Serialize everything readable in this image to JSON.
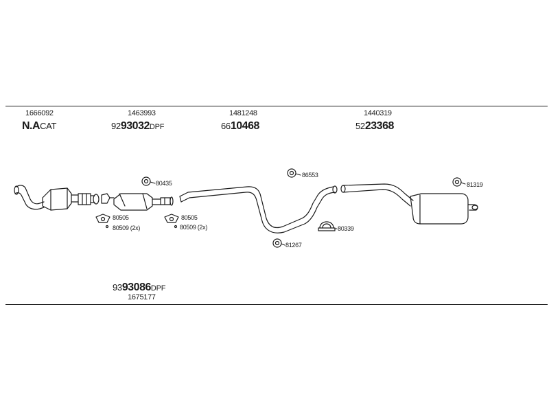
{
  "header_parts": [
    {
      "number": "1666092",
      "code_prefix": "N.A",
      "code_main": "",
      "code_suffix": "CAT"
    },
    {
      "number": "1463993",
      "code_prefix": "92",
      "code_main": "93032",
      "code_suffix": "DPF"
    },
    {
      "number": "1481248",
      "code_prefix": "66",
      "code_main": "10468",
      "code_suffix": ""
    },
    {
      "number": "1440319",
      "code_prefix": "52",
      "code_main": "23368",
      "code_suffix": ""
    }
  ],
  "footer_part": {
    "code_prefix": "93",
    "code_main": "93086",
    "code_suffix": "DPF",
    "number": "1675177"
  },
  "fittings": {
    "f80435": "80435",
    "f86553": "86553",
    "f81319": "81319",
    "f80339": "80339",
    "f81267": "81267",
    "f80505_a": "80505",
    "f80509_a": "80509 (2x)",
    "f80505_b": "80505",
    "f80509_b": "80509 (2x)"
  }
}
